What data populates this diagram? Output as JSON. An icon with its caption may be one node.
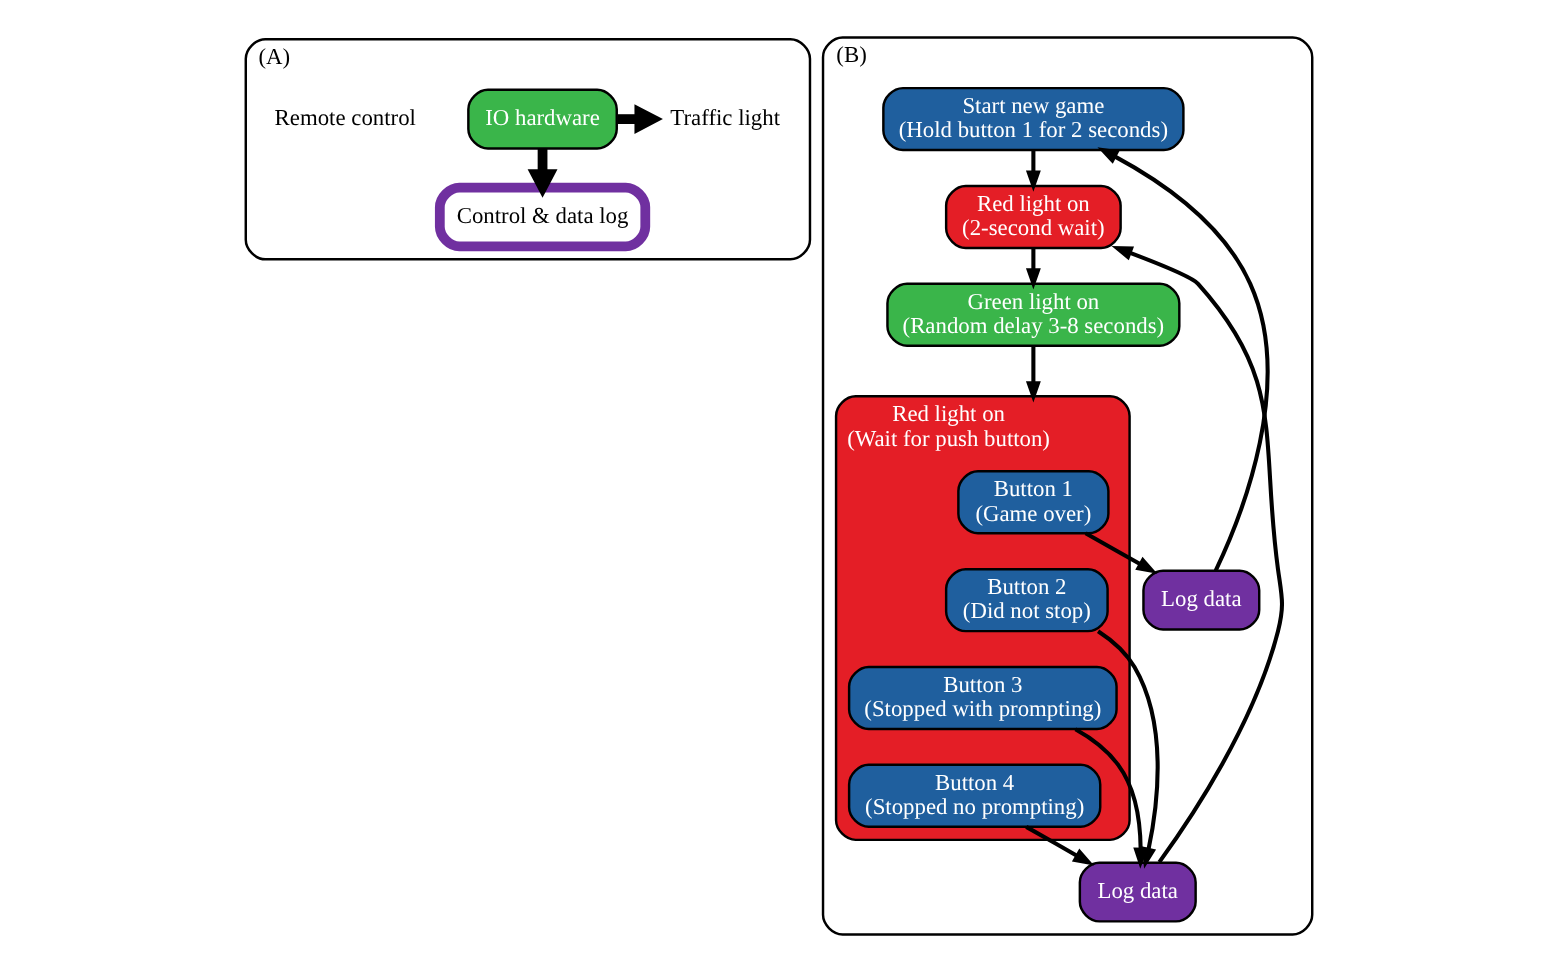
{
  "diagram": {
    "nodes": [
      {
        "text": [
          "(A)"
        ]
      },
      {
        "text": [
          "Remote control"
        ],
        "in": 0
      },
      {
        "text": [
          "IO hardware"
        ],
        "in": 0
      },
      {
        "text": [
          "Traffic light"
        ],
        "in": 0
      },
      {
        "text": [
          "Control & data log"
        ],
        "in": 0
      },
      {
        "text": [
          "(B)"
        ]
      },
      {
        "text": [
          "Start new game",
          "(Hold button 1 for 2 seconds)"
        ],
        "in": 5
      },
      {
        "text": [
          "Red light on",
          "(2-second wait)"
        ],
        "in": 5
      },
      {
        "text": [
          "Green light on",
          "(Random delay 3-8 seconds)"
        ],
        "in": 5
      },
      {
        "text": [
          "Red light on",
          "(Wait for push button)"
        ],
        "in": 5
      },
      {
        "text": [
          "Button 1",
          "(Game over)"
        ],
        "in": 9
      },
      {
        "text": [
          "Button 2",
          "(Did not stop)"
        ],
        "in": 9
      },
      {
        "text": [
          "Button 3",
          "(Stopped with prompting)"
        ],
        "in": 9
      },
      {
        "text": [
          "Button 4",
          "(Stopped no prompting)"
        ],
        "in": 9
      },
      {
        "text": [
          "Log data"
        ],
        "in": 5
      },
      {
        "text": [
          "Log data"
        ],
        "in": 5
      }
    ],
    "edges": [
      {
        "from": 2,
        "to": 3,
        "arrow": "to",
        "style": "thick"
      },
      {
        "from": 2,
        "to": 4,
        "arrow": "to",
        "style": "thick"
      },
      {
        "from": 6,
        "to": 7,
        "arrow": "to"
      },
      {
        "from": 7,
        "to": 8,
        "arrow": "to"
      },
      {
        "from": 8,
        "to": 9,
        "arrow": "to"
      },
      {
        "from": 10,
        "to": 14,
        "arrow": "to"
      },
      {
        "from": 14,
        "to": 6,
        "arrow": "to"
      },
      {
        "from": 11,
        "to": 15,
        "arrow": "to"
      },
      {
        "from": 12,
        "to": 15,
        "arrow": "to"
      },
      {
        "from": 13,
        "to": 15,
        "arrow": "to"
      },
      {
        "from": 15,
        "to": 7,
        "arrow": "to"
      }
    ]
  }
}
